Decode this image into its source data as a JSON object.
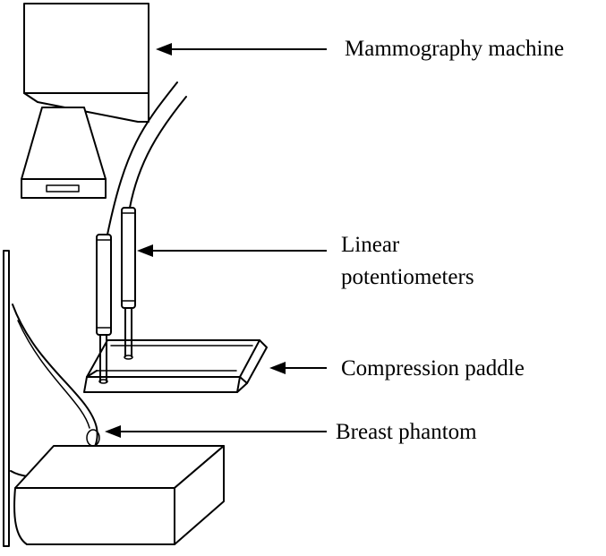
{
  "labels": {
    "mammography_machine": "Mammography machine",
    "linear_potentiometers_line1": "Linear",
    "linear_potentiometers_line2": "potentiometers",
    "compression_paddle": "Compression paddle",
    "breast_phantom": "Breast phantom"
  }
}
